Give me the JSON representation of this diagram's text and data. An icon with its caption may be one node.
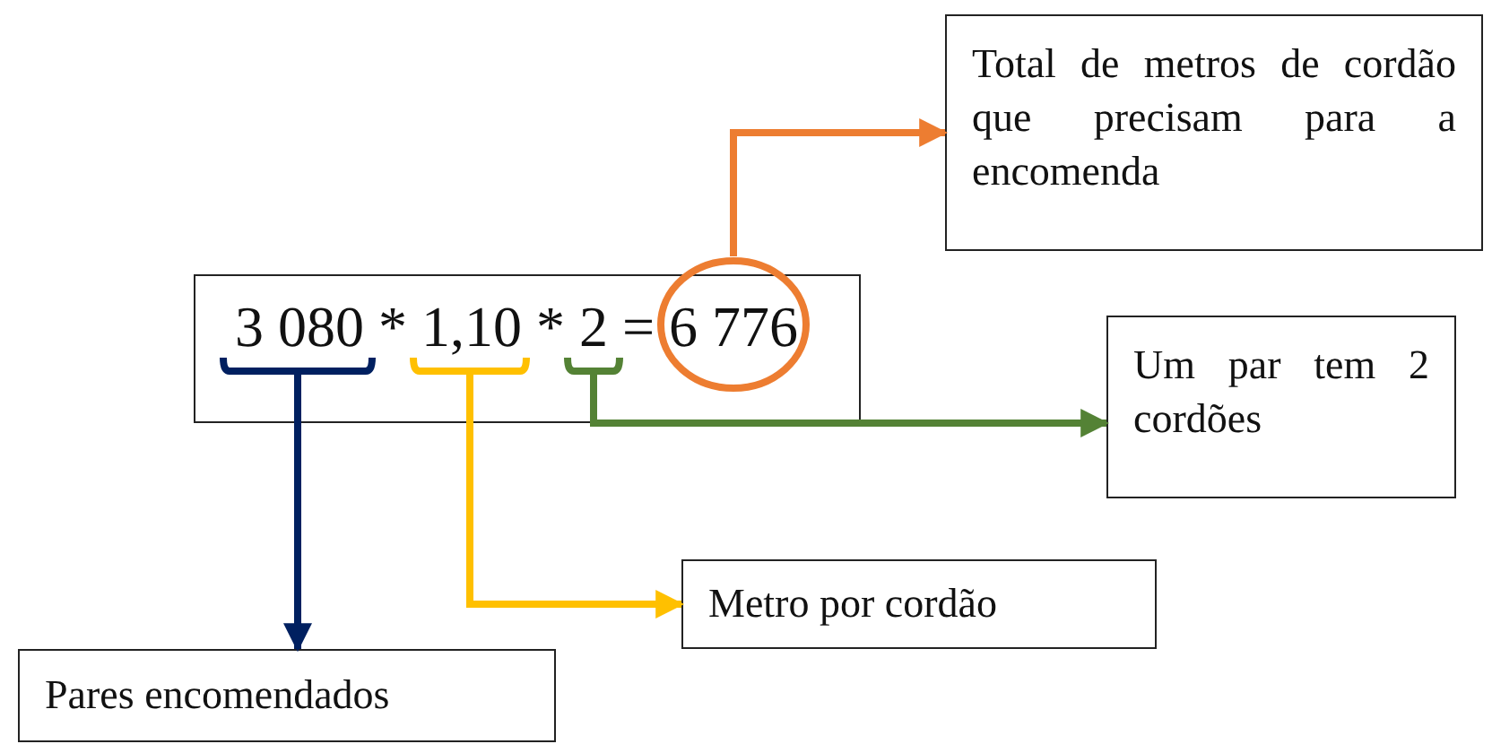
{
  "diagram": {
    "nodes": [
      {
        "text": [
          "3 080 * 1,10 * 2 = 6 776"
        ]
      },
      {
        "text": [],
        "shape": "bracket",
        "in": 0
      },
      {
        "text": [],
        "shape": "bracket",
        "in": 0
      },
      {
        "text": [],
        "shape": "bracket",
        "in": 0
      },
      {
        "text": [],
        "shape": "circle",
        "in": 0
      },
      {
        "text": [
          "Total de metros de cordão que precisam para a encomenda"
        ]
      },
      {
        "text": [
          "Um par tem 2 cordões"
        ]
      },
      {
        "text": [
          "Metro por cordão"
        ]
      },
      {
        "text": [
          "Pares encomendados"
        ]
      }
    ],
    "edges": [
      {
        "from": 4,
        "to": 5,
        "arrow": "to",
        "color": "#ed7d31"
      },
      {
        "from": 3,
        "to": 6,
        "arrow": "to",
        "color": "#548235"
      },
      {
        "from": 2,
        "to": 7,
        "arrow": "to",
        "color": "#ffc000"
      },
      {
        "from": 1,
        "to": 8,
        "arrow": "to",
        "color": "#002060"
      }
    ]
  }
}
